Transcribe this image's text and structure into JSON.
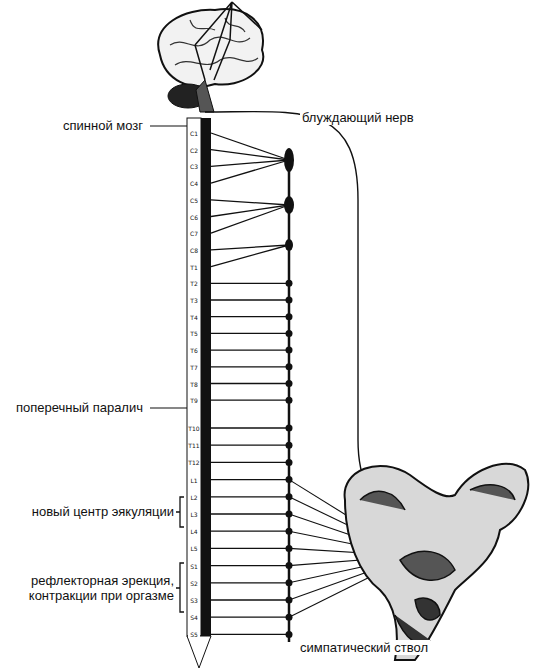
{
  "diagram": {
    "labels": [
      "спинной мозг",
      "блуждающий нерв",
      "поперечный паралич",
      "новый центр эякуляции",
      "рефлекторная эрекция, контракции при оргазме",
      "симпатический ствол",
      "C1",
      "C2",
      "C3",
      "C4",
      "C5",
      "C6",
      "C7",
      "C8",
      "T1",
      "T2",
      "T3",
      "T4",
      "T5",
      "T6",
      "T7",
      "T8",
      "T9",
      "T10",
      "T11",
      "T12",
      "L1",
      "L2",
      "L3",
      "L4",
      "L5",
      "S1",
      "S2",
      "S3",
      "S4",
      "S5"
    ]
  }
}
